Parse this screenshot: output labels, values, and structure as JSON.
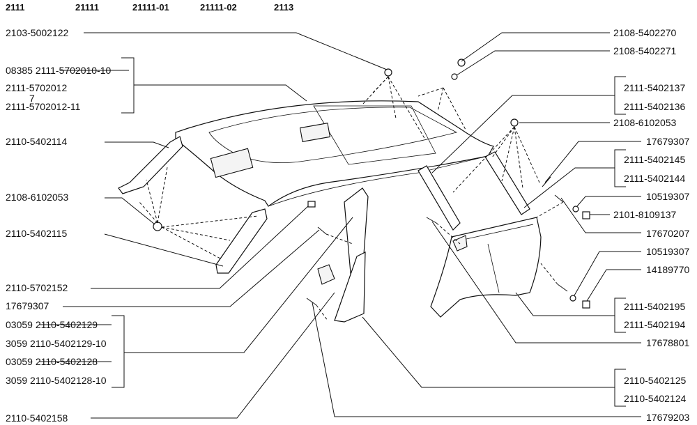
{
  "header": {
    "models": [
      "2111",
      "21111",
      "21111-01",
      "21111-02",
      "2113"
    ]
  },
  "labels_left": [
    "2103-5002122",
    "08385 2111-5702010-10",
    "2111-5702012",
    "2111-5702012-11",
    "2110-5402114",
    "2108-6102053",
    "2110-5402115",
    "2110-5702152",
    "17679307",
    "03059 2110-5402129",
    "3059 2110-5402129-10",
    "03059 2110-5402128",
    "3059 2110-5402128-10",
    "2110-5402158"
  ],
  "labels_right": [
    "2108-5402270",
    "2108-5402271",
    "2111-5402137",
    "2111-5402136",
    "2108-6102053",
    "17679307",
    "2111-5402145",
    "2111-5402144",
    "10519307",
    "2101-8109137",
    "17670207",
    "10519307",
    "14189770",
    "2111-5402195",
    "2111-5402194",
    "17678801",
    "2110-5402125",
    "2110-5402124",
    "17679203"
  ],
  "annotations": {
    "handwritten_mark": "7"
  }
}
